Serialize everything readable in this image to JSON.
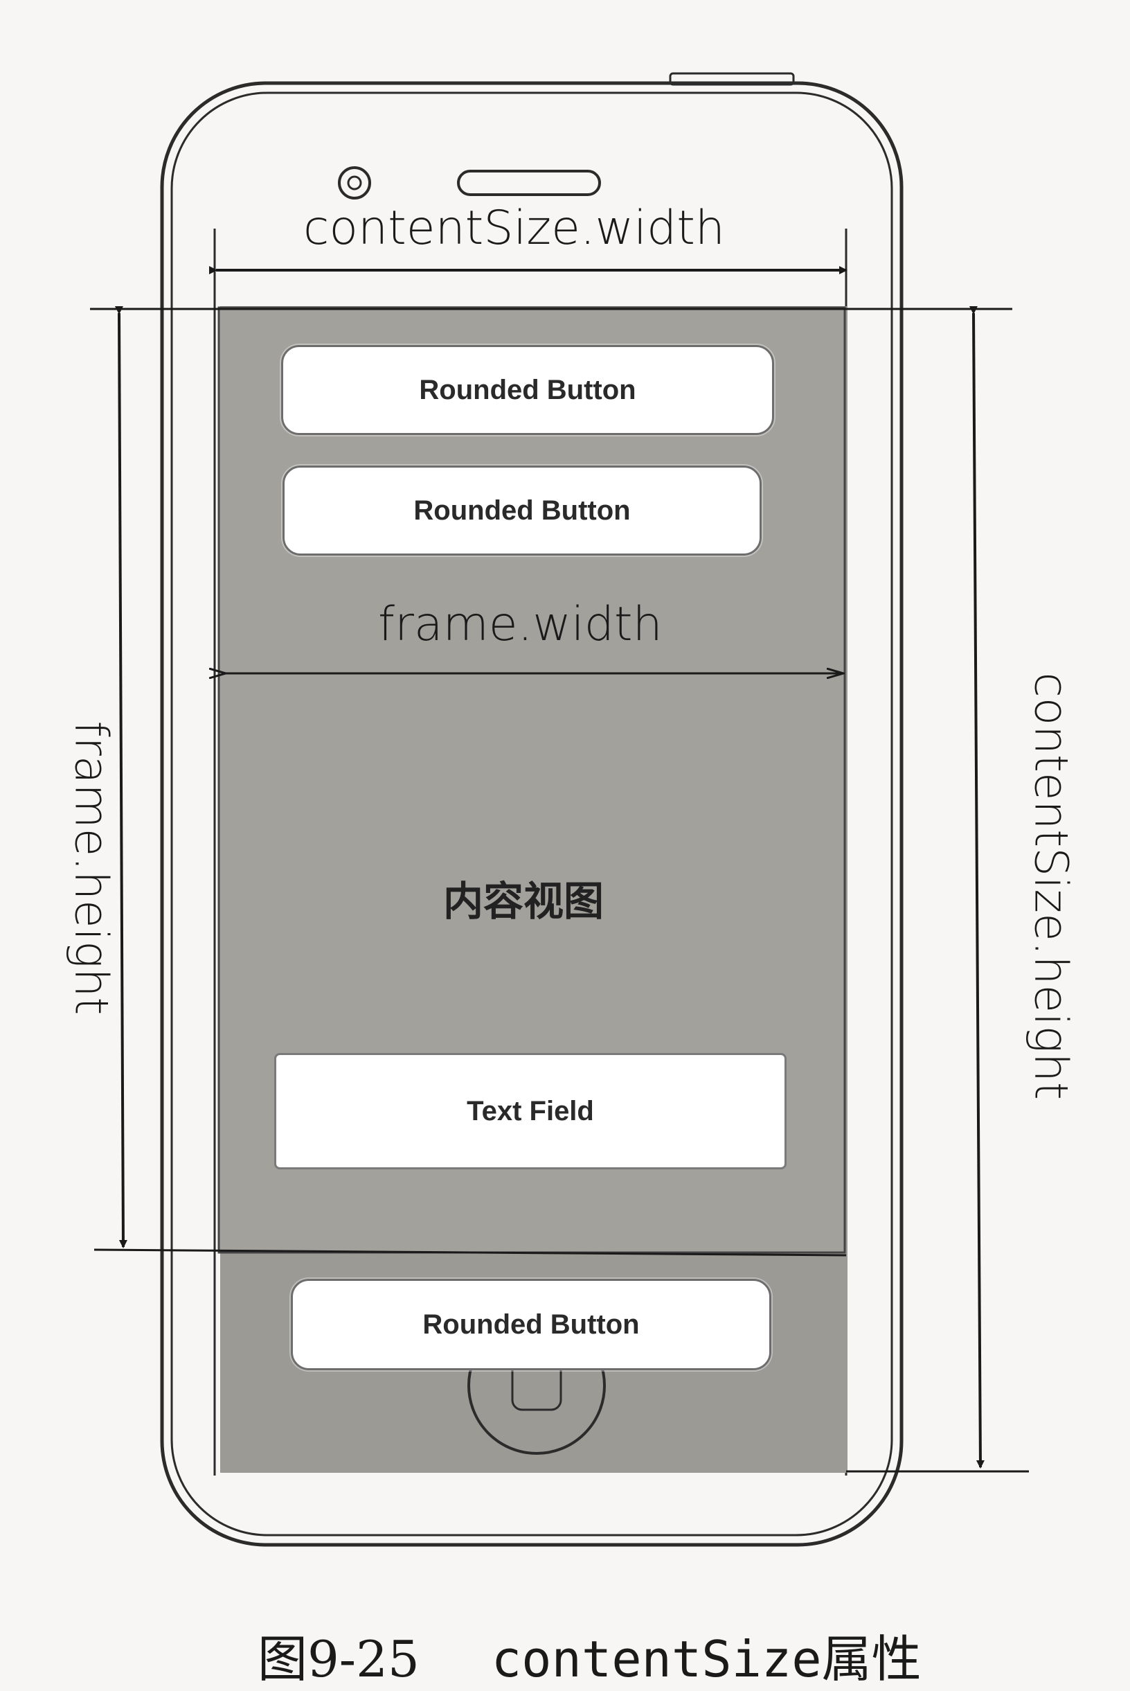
{
  "labels": {
    "content_width": "contentSize.width",
    "frame_width": "frame.width",
    "frame_height": "frame.height",
    "content_height": "contentSize.height",
    "content_view": "内容视图"
  },
  "buttons": {
    "button_1": "Rounded Button",
    "button_2": "Rounded Button",
    "button_3": "Rounded Button"
  },
  "text_field": "Text Field",
  "caption": {
    "number": "图9-25",
    "text": "contentSize属性"
  },
  "colors": {
    "content_area": "#9c9a95",
    "frame_area": "#a3a19c",
    "outline": "#2b2b2b"
  }
}
